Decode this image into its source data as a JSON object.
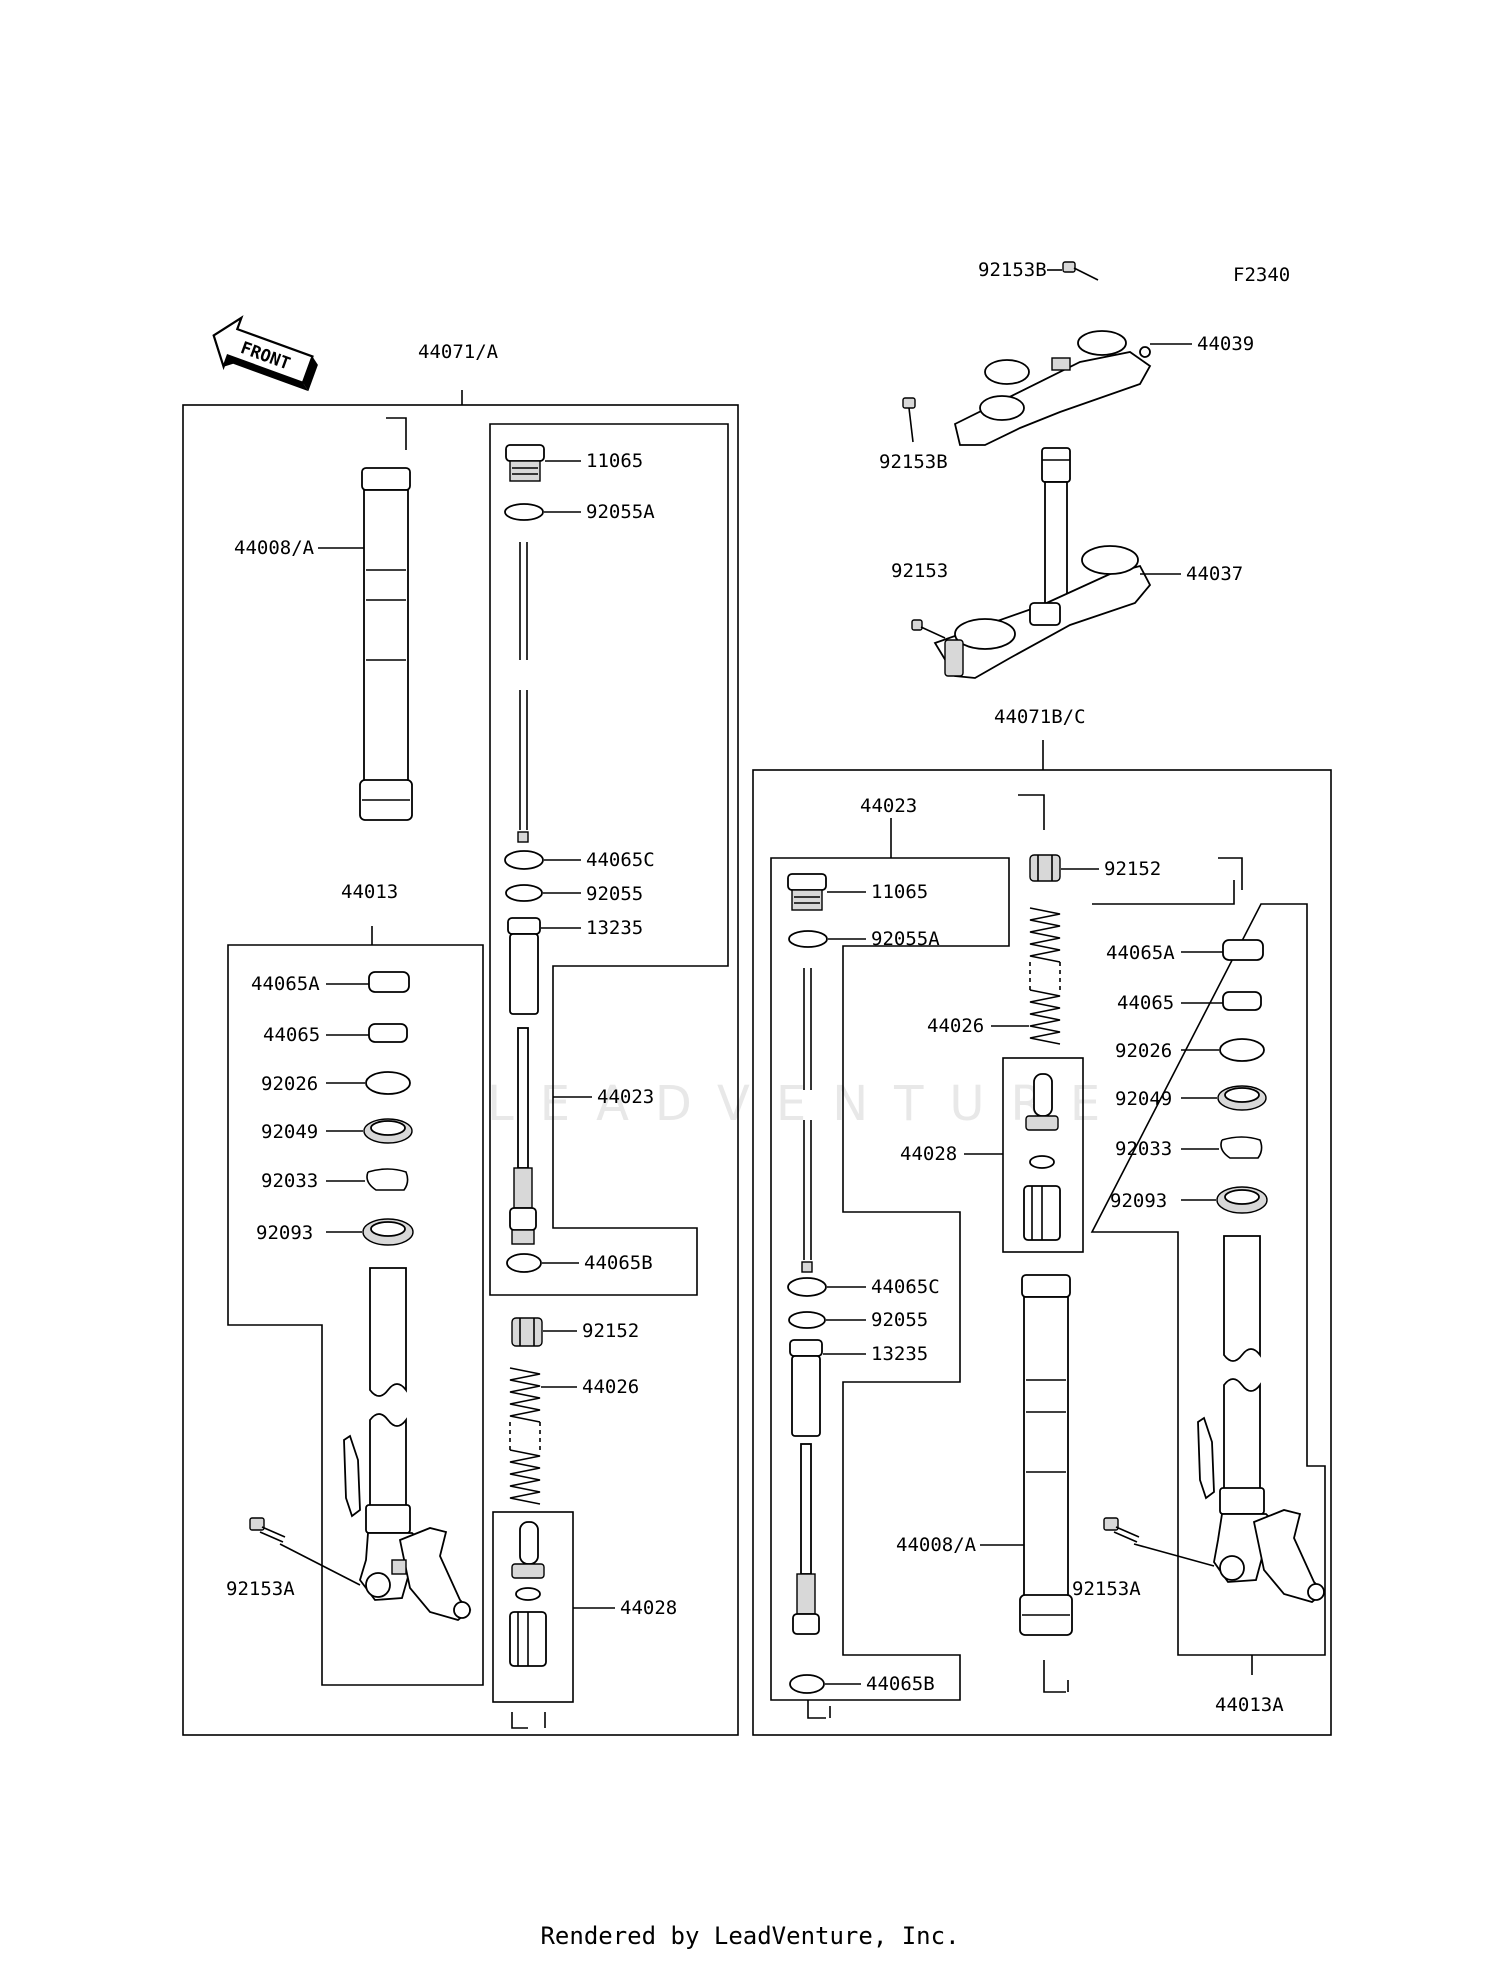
{
  "diagram_code": "F2340",
  "front_label": "FRONT",
  "watermark": "LEADVENTURE",
  "footer": "Rendered by LeadVenture, Inc.",
  "labels": {
    "l44071a": "44071/A",
    "l44008a_left": "44008/A",
    "l11065_left": "11065",
    "l92055a_left": "92055A",
    "l44065c_left": "44065C",
    "l92055_left": "92055",
    "l13235_left": "13235",
    "l44023_left": "44023",
    "l44065b_left": "44065B",
    "l44013": "44013",
    "l44065a_left": "44065A",
    "l44065_left": "44065",
    "l92026_left": "92026",
    "l92049_left": "92049",
    "l92033_left": "92033",
    "l92093_left": "92093",
    "l92153a_left": "92153A",
    "l92152_left": "92152",
    "l44026_left": "44026",
    "l44028_left": "44028",
    "l92153b_top": "92153B",
    "l44039": "44039",
    "l92153b_mid": "92153B",
    "l92153": "92153",
    "l44037": "44037",
    "l44071bc": "44071B/C",
    "l44023_right": "44023",
    "l11065_right": "11065",
    "l92055a_right": "92055A",
    "l44065c_right": "44065C",
    "l92055_right": "92055",
    "l13235_right": "13235",
    "l44065b_right": "44065B",
    "l92152_right": "92152",
    "l44026_right": "44026",
    "l44028_right": "44028",
    "l44008a_right": "44008/A",
    "l44065a_right": "44065A",
    "l44065_right": "44065",
    "l92026_right": "92026",
    "l92049_right": "92049",
    "l92033_right": "92033",
    "l92093_right": "92093",
    "l92153a_right": "92153A",
    "l44013a": "44013A"
  }
}
